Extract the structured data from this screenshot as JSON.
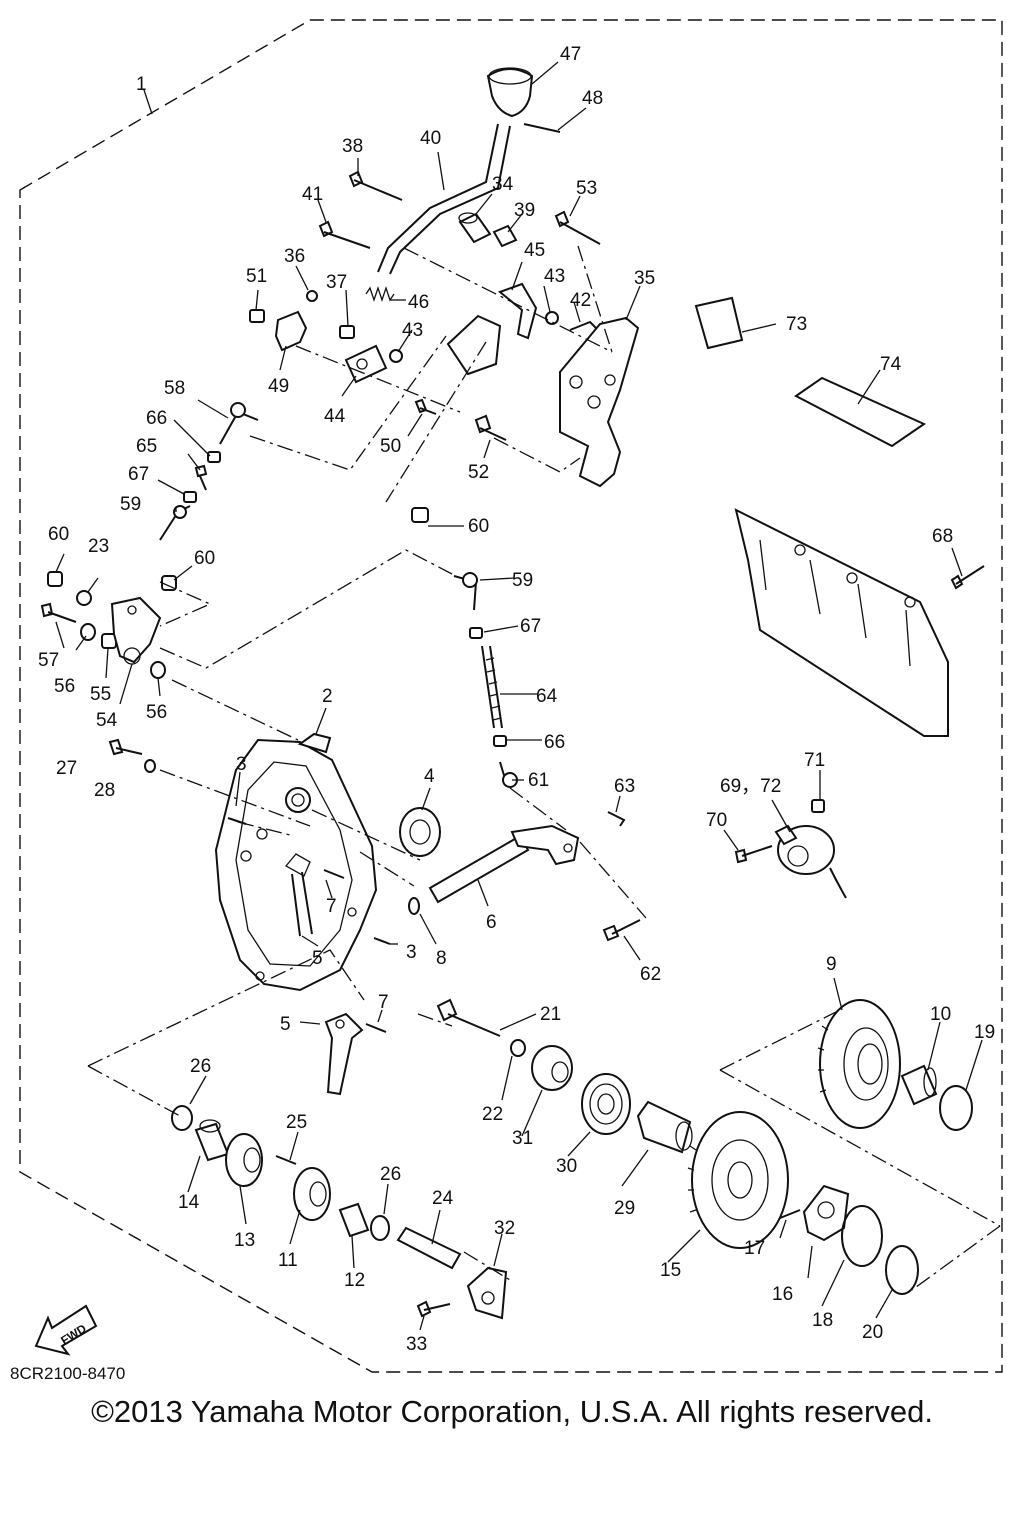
{
  "diagram": {
    "code": "8CR2100-8470",
    "copyright": "©2013 Yamaha Motor Corporation, U.S.A. All rights reserved.",
    "fwd_label": "FWD",
    "part_numbers": [
      {
        "id": "p1",
        "label": "1"
      },
      {
        "id": "p2",
        "label": "2"
      },
      {
        "id": "p3a",
        "label": "3"
      },
      {
        "id": "p3b",
        "label": "3"
      },
      {
        "id": "p4",
        "label": "4"
      },
      {
        "id": "p5a",
        "label": "5"
      },
      {
        "id": "p5b",
        "label": "5"
      },
      {
        "id": "p6",
        "label": "6"
      },
      {
        "id": "p7a",
        "label": "7"
      },
      {
        "id": "p7b",
        "label": "7"
      },
      {
        "id": "p8",
        "label": "8"
      },
      {
        "id": "p9",
        "label": "9"
      },
      {
        "id": "p10",
        "label": "10"
      },
      {
        "id": "p11",
        "label": "11"
      },
      {
        "id": "p12",
        "label": "12"
      },
      {
        "id": "p13",
        "label": "13"
      },
      {
        "id": "p14",
        "label": "14"
      },
      {
        "id": "p15",
        "label": "15"
      },
      {
        "id": "p16",
        "label": "16"
      },
      {
        "id": "p17",
        "label": "17"
      },
      {
        "id": "p18",
        "label": "18"
      },
      {
        "id": "p19",
        "label": "19"
      },
      {
        "id": "p20",
        "label": "20"
      },
      {
        "id": "p21",
        "label": "21"
      },
      {
        "id": "p22",
        "label": "22"
      },
      {
        "id": "p23",
        "label": "23"
      },
      {
        "id": "p24",
        "label": "24"
      },
      {
        "id": "p25",
        "label": "25"
      },
      {
        "id": "p26a",
        "label": "26"
      },
      {
        "id": "p26b",
        "label": "26"
      },
      {
        "id": "p27",
        "label": "27"
      },
      {
        "id": "p28",
        "label": "28"
      },
      {
        "id": "p29",
        "label": "29"
      },
      {
        "id": "p30",
        "label": "30"
      },
      {
        "id": "p31",
        "label": "31"
      },
      {
        "id": "p32",
        "label": "32"
      },
      {
        "id": "p33",
        "label": "33"
      },
      {
        "id": "p34",
        "label": "34"
      },
      {
        "id": "p35",
        "label": "35"
      },
      {
        "id": "p36",
        "label": "36"
      },
      {
        "id": "p37",
        "label": "37"
      },
      {
        "id": "p38",
        "label": "38"
      },
      {
        "id": "p39",
        "label": "39"
      },
      {
        "id": "p40",
        "label": "40"
      },
      {
        "id": "p41",
        "label": "41"
      },
      {
        "id": "p42",
        "label": "42"
      },
      {
        "id": "p43a",
        "label": "43"
      },
      {
        "id": "p43b",
        "label": "43"
      },
      {
        "id": "p44",
        "label": "44"
      },
      {
        "id": "p45",
        "label": "45"
      },
      {
        "id": "p46",
        "label": "46"
      },
      {
        "id": "p47",
        "label": "47"
      },
      {
        "id": "p48",
        "label": "48"
      },
      {
        "id": "p49",
        "label": "49"
      },
      {
        "id": "p50",
        "label": "50"
      },
      {
        "id": "p51",
        "label": "51"
      },
      {
        "id": "p52",
        "label": "52"
      },
      {
        "id": "p53",
        "label": "53"
      },
      {
        "id": "p54",
        "label": "54"
      },
      {
        "id": "p55",
        "label": "55"
      },
      {
        "id": "p56a",
        "label": "56"
      },
      {
        "id": "p56b",
        "label": "56"
      },
      {
        "id": "p57",
        "label": "57"
      },
      {
        "id": "p58",
        "label": "58"
      },
      {
        "id": "p59a",
        "label": "59"
      },
      {
        "id": "p59b",
        "label": "59"
      },
      {
        "id": "p60a",
        "label": "60"
      },
      {
        "id": "p60b",
        "label": "60"
      },
      {
        "id": "p60c",
        "label": "60"
      },
      {
        "id": "p61",
        "label": "61"
      },
      {
        "id": "p62",
        "label": "62"
      },
      {
        "id": "p63",
        "label": "63"
      },
      {
        "id": "p64",
        "label": "64"
      },
      {
        "id": "p65",
        "label": "65"
      },
      {
        "id": "p66a",
        "label": "66"
      },
      {
        "id": "p66b",
        "label": "66"
      },
      {
        "id": "p67a",
        "label": "67"
      },
      {
        "id": "p67b",
        "label": "67"
      },
      {
        "id": "p68",
        "label": "68"
      },
      {
        "id": "p6972",
        "label": "69，72"
      },
      {
        "id": "p70",
        "label": "70"
      },
      {
        "id": "p71",
        "label": "71"
      },
      {
        "id": "p73",
        "label": "73"
      },
      {
        "id": "p74",
        "label": "74"
      }
    ]
  }
}
